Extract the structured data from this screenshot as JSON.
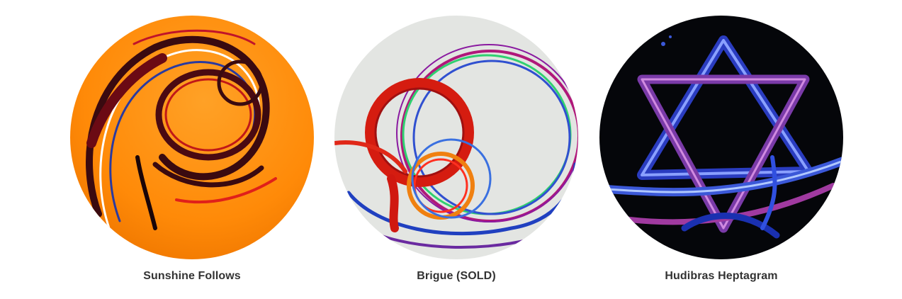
{
  "gallery": {
    "items": [
      {
        "title": "Sunshine Follows",
        "image_icon": "swirl-artwork-icon",
        "colors": {
          "background": "#ff8c0a",
          "accent": "#3a0a10"
        }
      },
      {
        "title": "Brigue (SOLD)",
        "image_icon": "rings-artwork-icon",
        "colors": {
          "background": "#e3e5e2",
          "accent": "#d51c10"
        }
      },
      {
        "title": "Hudibras Heptagram",
        "image_icon": "star-artwork-icon",
        "colors": {
          "background": "#05060a",
          "accent": "#3b58d8"
        }
      }
    ]
  }
}
